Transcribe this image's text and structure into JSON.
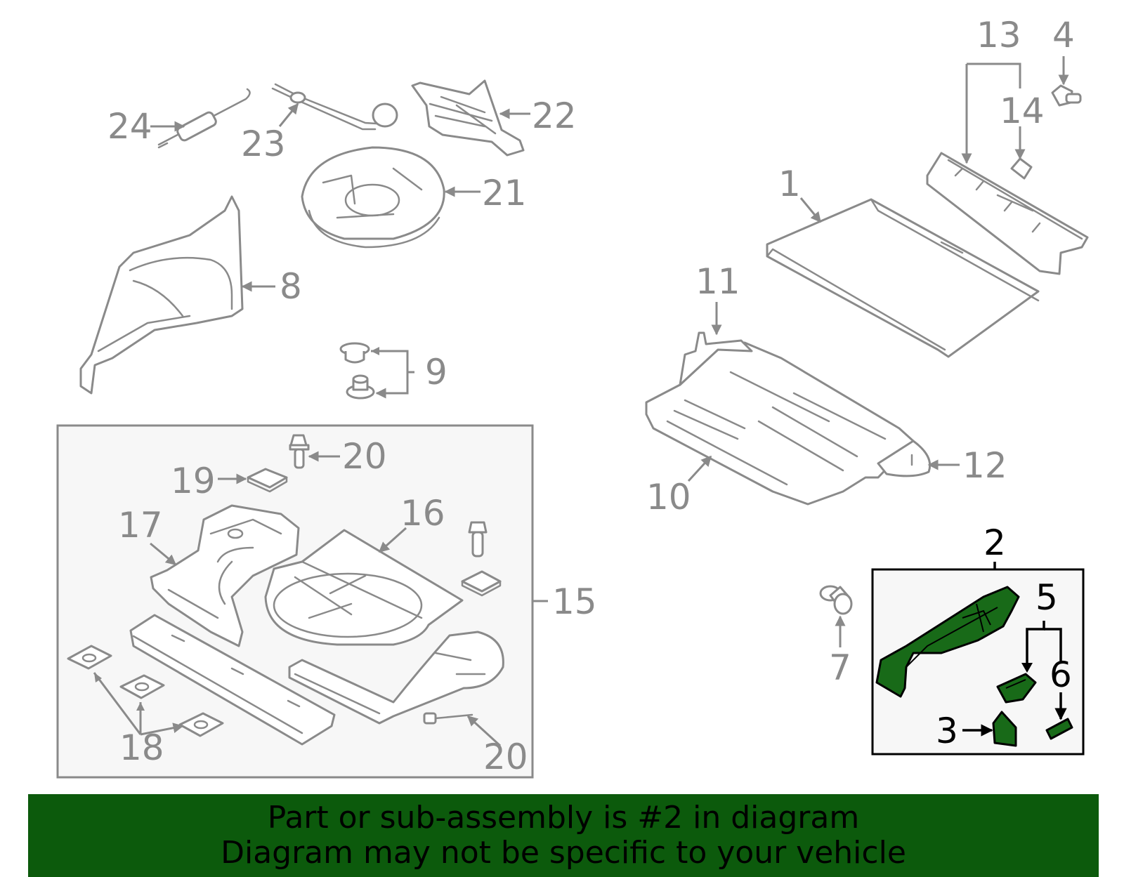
{
  "callouts": {
    "c1": "1",
    "c2": "2",
    "c3": "3",
    "c4": "4",
    "c5": "5",
    "c6": "6",
    "c7": "7",
    "c8": "8",
    "c9": "9",
    "c10": "10",
    "c11": "11",
    "c12": "12",
    "c13": "13",
    "c14": "14",
    "c15": "15",
    "c16": "16",
    "c17": "17",
    "c18": "18",
    "c19": "19",
    "c20a": "20",
    "c20b": "20",
    "c21": "21",
    "c22": "22",
    "c23": "23",
    "c24": "24"
  },
  "banner": {
    "line1": "Part or sub-assembly is #2 in diagram",
    "line2": "Diagram may not be specific to your vehicle"
  },
  "colors": {
    "highlight": "#186a18",
    "banner": "#0c5a0c",
    "linework": "#8a8a8a",
    "box_fill": "#f7f7f7"
  }
}
